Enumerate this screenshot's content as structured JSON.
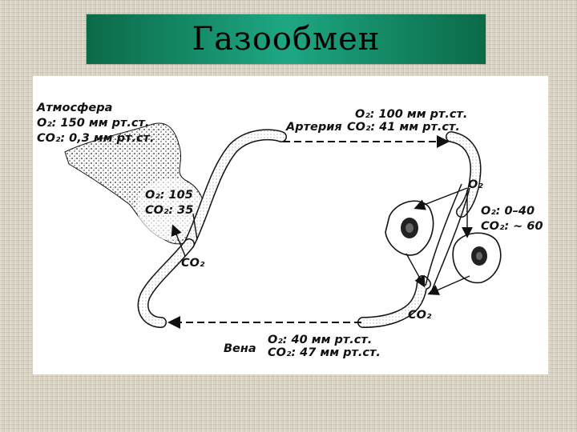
{
  "title": "Газообмен",
  "labels": {
    "atmosphere": "Атмосфера",
    "atm_o2": "O₂: 150 мм рт.ст.",
    "atm_co2": "CO₂: 0,3 мм рт.ст.",
    "alv_o2": "O₂: 105",
    "alv_co2": "CO₂: 35",
    "lung_co2": "CO₂",
    "artery_o2": "O₂: 100 мм рт.ст.",
    "artery": "Артерия",
    "artery_co2": "CO₂: 41 мм рт.ст.",
    "tissue_o2_top": "O₂",
    "tissue_o2": "O₂: 0–40",
    "tissue_co2": "CO₂: ~ 60",
    "tissue_co2_bottom": "CO₂",
    "vein_o2": "O₂: 40 мм рт.ст.",
    "vein": "Вена",
    "vein_co2": "CO₂: 47 мм рт.ст."
  }
}
